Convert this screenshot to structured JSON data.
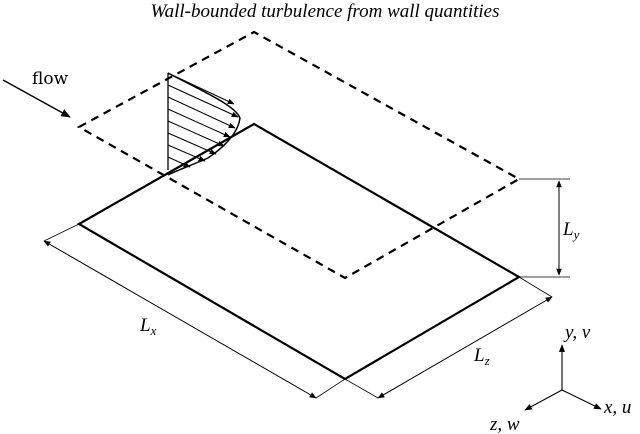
{
  "title": "Wall-bounded turbulence from wall quantities",
  "flow_label": "flow",
  "dimensions": {
    "lx": {
      "main": "L",
      "sub": "x"
    },
    "ly": {
      "main": "L",
      "sub": "y"
    },
    "lz": {
      "main": "L",
      "sub": "z"
    }
  },
  "axes": {
    "vertical": "y, v",
    "streamwise": "x, u",
    "spanwise": "z, w"
  }
}
